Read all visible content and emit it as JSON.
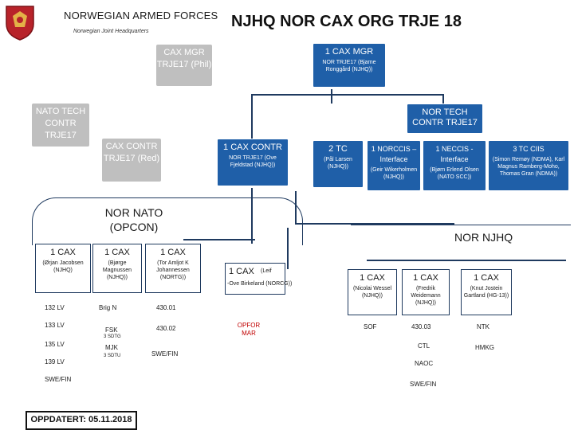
{
  "header": {
    "org": "NORWEGIAN ARMED FORCES",
    "sub": "Norwegian Joint Headquarters",
    "title": "NJHQ NOR CAX ORG TRJE 18"
  },
  "colors": {
    "blue": "#1f5fa8",
    "grey": "#bfbfbf",
    "red": "#c00000",
    "crest": "#b8232a"
  },
  "grey_boxes": {
    "cax_mgr": "CAX MGR TRJE17 (Phil)",
    "nato_tech": "NATO TECH CONTR TRJE17",
    "cax_contr": "CAX CONTR TRJE17 (Red)"
  },
  "blue_boxes": {
    "mgr": {
      "title": "1 CAX MGR",
      "detail": "NOR TRJE17 (Bjarne Ronggård (NJHQ))"
    },
    "nor_tech": {
      "title": "NOR TECH CONTR TRJE17"
    },
    "contr": {
      "title": "1 CAX CONTR",
      "detail": "NOR TRJE17 (Ove Fjeldstad (NJHQ))"
    },
    "tc2": {
      "title": "2 TC",
      "detail": "(Pål Larsen (NJHQ))"
    },
    "norccis": {
      "title": "1 NORCCIS – Interface",
      "detail": "(Geir Wikerholmen (NJHQ))"
    },
    "neccis": {
      "title": "1 NECCIS - Interface",
      "detail": "(Bjørn Erlend Olsen (NATO SCC))"
    },
    "tc3": {
      "title": "3 TC CIIS",
      "detail": "(Simon Remøy (NDMA), Karl Magnus Ramberg-Moho, Thomas Gran (NDMA))"
    }
  },
  "nor_nato": {
    "label": "NOR NATO (OPCON)",
    "cax1": {
      "title": "1 CAX",
      "detail": "(Ørjan Jacobsen (NJHQ)"
    },
    "cax2": {
      "title": "1 CAX",
      "detail": "(Bjørge Magnussen (NJHQ))"
    },
    "cax3": {
      "title": "1 CAX",
      "detail": "(Tor Amljot K Johannessen (NORTG))"
    },
    "col1": [
      "132 LV",
      "133 LV",
      "135 LV",
      "139 LV"
    ],
    "col2": [
      "Brig N",
      "FSK",
      "3 SDTG",
      "MJK",
      "3 SDTU"
    ],
    "col3": [
      "430.01",
      "430.02",
      "SWE/FIN"
    ],
    "swefin": "SWE/FIN"
  },
  "mid": {
    "cax_title": "1 CAX",
    "cax_name": "(Leif",
    "cax_detail": "-Ove Birkeland (NORCG))",
    "opfor": "OPFOR MAR"
  },
  "nor_njhq": {
    "label": "NOR NJHQ",
    "cax1": {
      "title": "1 CAX",
      "detail": "(Nicolai Wessel (NJHQ))"
    },
    "cax2": {
      "title": "1 CAX",
      "detail": "(Fredrik Weidemann (NJHQ))"
    },
    "cax3": {
      "title": "1 CAX",
      "detail": "(Knut Jostein Gartland (HG-13))"
    },
    "items": {
      "sof": "SOF",
      "r43003": "430.03",
      "ntk": "NTK",
      "ctl": "CTL",
      "hmkg": "HMKG",
      "naoc": "NAOC",
      "swefin": "SWE/FIN"
    }
  },
  "footer": {
    "updated": "OPPDATERT: 05.11.2018"
  }
}
